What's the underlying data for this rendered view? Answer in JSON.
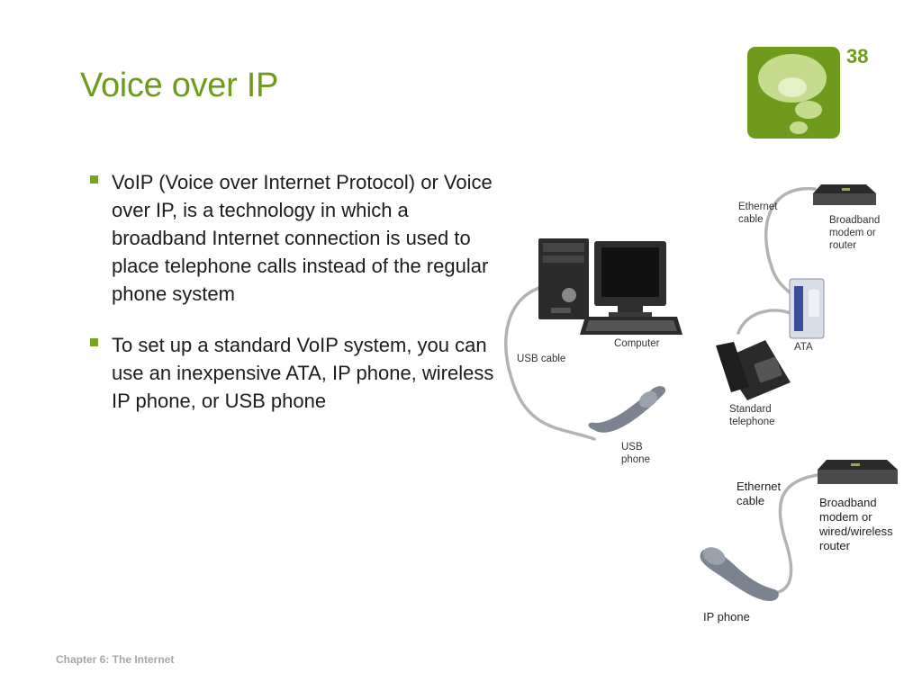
{
  "slide": {
    "title": "Voice over IP",
    "number": "38",
    "footer": "Chapter 6: The Internet"
  },
  "bullets": [
    "VoIP (Voice over Internet Protocol) or Voice over IP, is a technology in which a broadband Internet connection is used to place telephone calls instead of the regular phone system",
    "To set up a standard VoIP system, you can use an inexpensive ATA, IP phone, wireless IP phone, or USB phone"
  ],
  "diagram": {
    "top": {
      "ethernet_cable": [
        "Ethernet",
        "cable"
      ],
      "modem": [
        "Broadband",
        "modem or",
        "router"
      ],
      "ata": "ATA",
      "computer": "Computer",
      "usb_cable": "USB cable",
      "standard_telephone": [
        "Standard",
        "telephone"
      ],
      "usb_phone": [
        "USB",
        "phone"
      ]
    },
    "bottom": {
      "ethernet_cable": [
        "Ethernet",
        "cable"
      ],
      "modem": [
        "Broadband",
        "modem or",
        "wired/wireless",
        "router"
      ],
      "ip_phone": "IP phone"
    }
  },
  "colors": {
    "accent": "#6f9b1c",
    "bullet": "#7aa321",
    "footer": "#a6a6a6"
  },
  "icons": [
    "speech-bubble-logo-icon",
    "modem-icon",
    "ata-icon",
    "computer-tower-icon",
    "monitor-icon",
    "keyboard-icon",
    "desk-phone-icon",
    "handset-icon"
  ]
}
